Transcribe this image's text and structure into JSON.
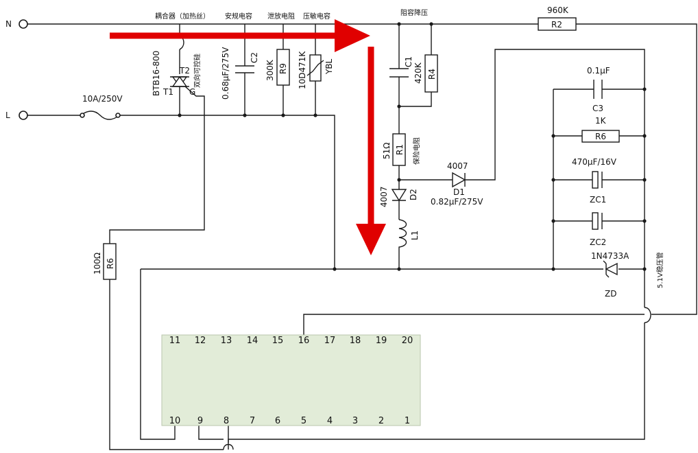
{
  "terminals": {
    "n": "N",
    "l": "L"
  },
  "components": {
    "fuse": "10A/250V",
    "heater": "耦合器（加热丝）",
    "triac_part": "BTB16-800",
    "triac_t2": "T2",
    "triac_t1": "T1",
    "triac_g": "G",
    "triac_desc": "双向可控硅",
    "c2_desc": "安规电容",
    "c2": "C2",
    "c2_value": "0.68μF/275V",
    "r9_desc": "泄放电阻",
    "r9": "R9",
    "r9_value": "300K",
    "ybl_desc": "压敏电容",
    "ybl": "YBL",
    "ybl_value": "10D471K",
    "c1_desc": "阻容降压",
    "c1": "C1",
    "r4": "R4",
    "r4_value": "420K",
    "r1": "R1",
    "r1_value": "51Ω",
    "r1_desc": "保险电阻",
    "d1_part": "4007",
    "d1": "D1",
    "d1_value": "0.82μF/275V",
    "d2_part": "4007",
    "d2": "D2",
    "l1": "L1",
    "r2": "R2",
    "r2_value": "960K",
    "c3": "C3",
    "c3_value": "0.1μF",
    "r6_1k": "R6",
    "r6_1k_value": "1K",
    "zc1": "ZC1",
    "zc1_value": "470μF/16V",
    "zc2": "ZC2",
    "zd": "ZD",
    "zd_part": "1N4733A",
    "zd_desc": "5.1V稳压管",
    "r6_gate": "R6",
    "r6_gate_value": "100Ω"
  },
  "chip": {
    "top_pins": [
      "11",
      "12",
      "13",
      "14",
      "15",
      "16",
      "17",
      "18",
      "19",
      "20"
    ],
    "bottom_pins": [
      "10",
      "9",
      "8",
      "7",
      "6",
      "5",
      "4",
      "3",
      "2",
      "1"
    ]
  },
  "colors": {
    "arrow": "#e00000",
    "chip_fill": "#e2ecd8",
    "wire": "#1a1a1a"
  }
}
